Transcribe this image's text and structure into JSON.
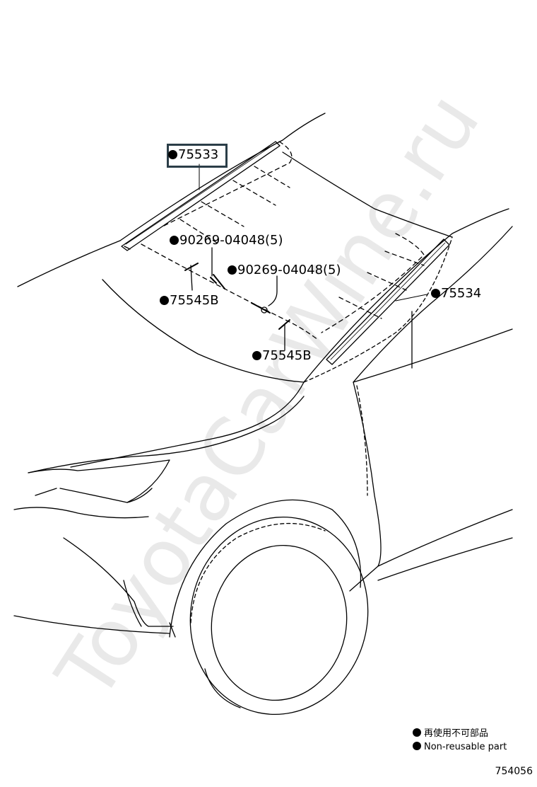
{
  "callouts": {
    "part_75533": "75533",
    "part_90269_upper": "90269-04048(5)",
    "part_75545b_left": "75545B",
    "part_90269_lower": "90269-04048(5)",
    "part_75534": "75534",
    "part_75545b_right": "75545B"
  },
  "legend": {
    "line_ja": "再使用不可部品",
    "line_en": "Non-reusable part"
  },
  "figure_number": "754056",
  "watermark": "ToyotaCarWine.ru",
  "colors": {
    "line": "#000000",
    "highlight_box": "#2b3e48",
    "watermark": "#d8d8d8"
  }
}
